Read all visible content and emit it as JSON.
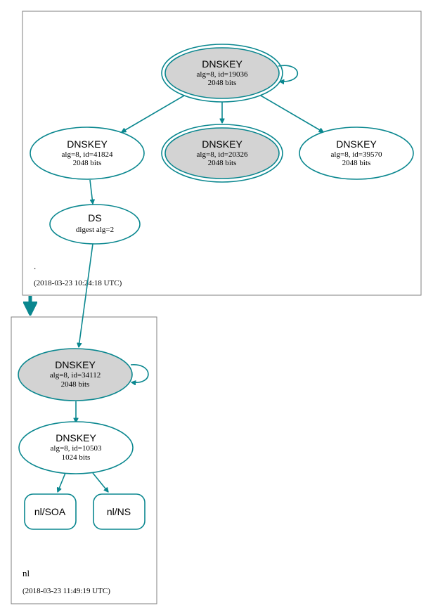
{
  "colors": {
    "edge": "#0a878f",
    "node_fill_sep": "#d3d3d3",
    "node_fill_plain": "#ffffff",
    "zone_border": "#7f7f7f"
  },
  "zones": [
    {
      "id": "root",
      "name": ".",
      "timestamp": "(2018-03-23 10:24:18 UTC)"
    },
    {
      "id": "nl",
      "name": "nl",
      "timestamp": "(2018-03-23 11:49:19 UTC)"
    }
  ],
  "nodes": [
    {
      "id": "root_19036",
      "title": "DNSKEY",
      "lines": [
        "alg=8, id=19036",
        "2048 bits"
      ]
    },
    {
      "id": "root_41824",
      "title": "DNSKEY",
      "lines": [
        "alg=8, id=41824",
        "2048 bits"
      ]
    },
    {
      "id": "root_20326",
      "title": "DNSKEY",
      "lines": [
        "alg=8, id=20326",
        "2048 bits"
      ]
    },
    {
      "id": "root_39570",
      "title": "DNSKEY",
      "lines": [
        "alg=8, id=39570",
        "2048 bits"
      ]
    },
    {
      "id": "root_ds",
      "title": "DS",
      "lines": [
        "digest alg=2"
      ]
    },
    {
      "id": "nl_34112",
      "title": "DNSKEY",
      "lines": [
        "alg=8, id=34112",
        "2048 bits"
      ]
    },
    {
      "id": "nl_10503",
      "title": "DNSKEY",
      "lines": [
        "alg=8, id=10503",
        "1024 bits"
      ]
    },
    {
      "id": "nl_soa",
      "title": "nl/SOA",
      "lines": []
    },
    {
      "id": "nl_ns",
      "title": "nl/NS",
      "lines": []
    }
  ]
}
